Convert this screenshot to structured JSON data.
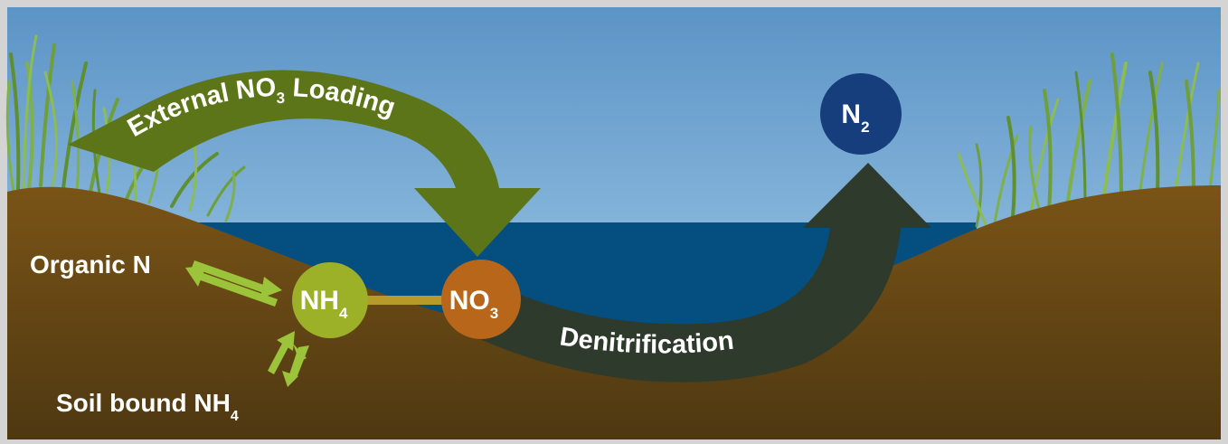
{
  "labels": {
    "external_prefix": "External NO",
    "external_sub": "3",
    "external_suffix": " Loading",
    "denitrification": "Denitrification",
    "organic_n": "Organic N",
    "soil_prefix": "Soil bound NH",
    "soil_sub": "4"
  },
  "nodes": {
    "nh4": {
      "main": "NH",
      "sub": "4"
    },
    "no3": {
      "main": "NO",
      "sub": "3"
    },
    "n2": {
      "main": "N",
      "sub": "2"
    }
  },
  "colors": {
    "frame": "#d4d4d4",
    "sky_top": "#5c94c6",
    "sky_bottom": "#aad2ec",
    "water": "#044f80",
    "soil_top": "#7a5416",
    "soil_bottom": "#4e3812",
    "grass": "#6f9f3a",
    "external_arrow": "#5d7519",
    "denitrification_arrow": "#2e3a2c",
    "nh4": "#9cb028",
    "no3": "#b8661a",
    "n2": "#163d7c",
    "small_arrows": "#9cc43a",
    "connector": "#b89a2a",
    "text": "#ffffff"
  }
}
